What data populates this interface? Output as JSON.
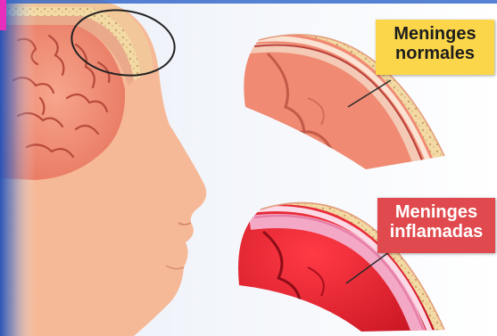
{
  "labels": {
    "normal": {
      "line1": "Meninges",
      "line2": "normales"
    },
    "inflamed": {
      "line1": "Meninges",
      "line2": "inflamadas"
    }
  },
  "colors": {
    "label_normal_bg": "#fbd64a",
    "label_inflamed_bg": "#e04a4e",
    "skin": "#f6b997",
    "brain": "#f08a72",
    "inflamed_red": "#e8202e",
    "accent_blue": "#2c63c8"
  }
}
